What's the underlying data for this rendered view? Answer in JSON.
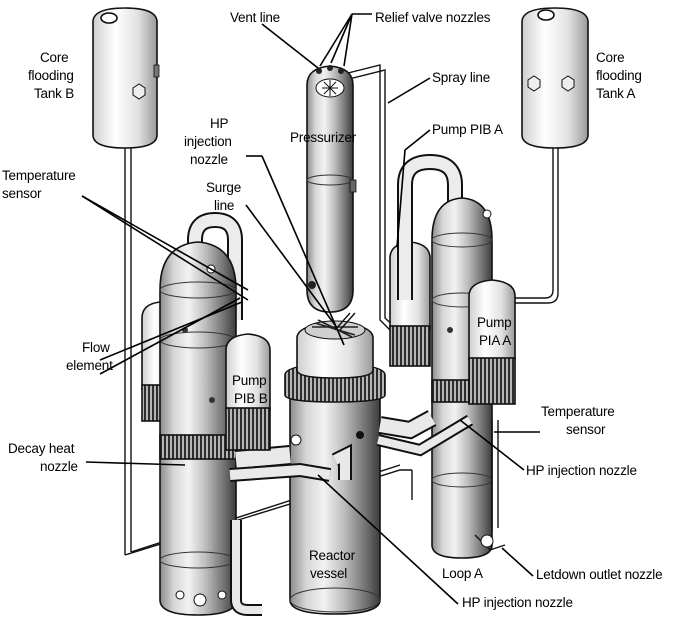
{
  "labels": {
    "vent_line": "Vent line",
    "relief_valve_nozzles": "Relief valve nozzles",
    "core_flooding_tank_b": [
      "Core",
      "flooding",
      "Tank B"
    ],
    "core_flooding_tank_a": [
      "Core",
      "flooding",
      "Tank A"
    ],
    "spray_line": "Spray line",
    "pressurizer": "Pressurizer",
    "hp_injection_nozzle_top": [
      "HP",
      "injection",
      "nozzle"
    ],
    "pump_pib_a": "Pump PIB A",
    "temperature_sensor_left": [
      "Temperature",
      "sensor"
    ],
    "surge_line": [
      "Surge",
      "line"
    ],
    "flow_element": [
      "Flow",
      "element"
    ],
    "pump_pib_b": [
      "Pump",
      "PIB B"
    ],
    "pump_pia_a": [
      "Pump",
      "PIA A"
    ],
    "temperature_sensor_right": [
      "Temperature",
      "sensor"
    ],
    "decay_heat_nozzle": [
      "Decay heat",
      "nozzle"
    ],
    "hp_injection_nozzle_right": "HP injection nozzle",
    "reactor_vessel": [
      "Reactor",
      "vessel"
    ],
    "loop_a": "Loop A",
    "letdown_outlet_nozzle": "Letdown outlet nozzle",
    "hp_injection_nozzle_bottom": "HP injection nozzle"
  },
  "colors": {
    "metal_light": "#e8e8e8",
    "metal_mid": "#bdbdbd",
    "metal_dark": "#5a5a5a",
    "outline": "#111111"
  }
}
